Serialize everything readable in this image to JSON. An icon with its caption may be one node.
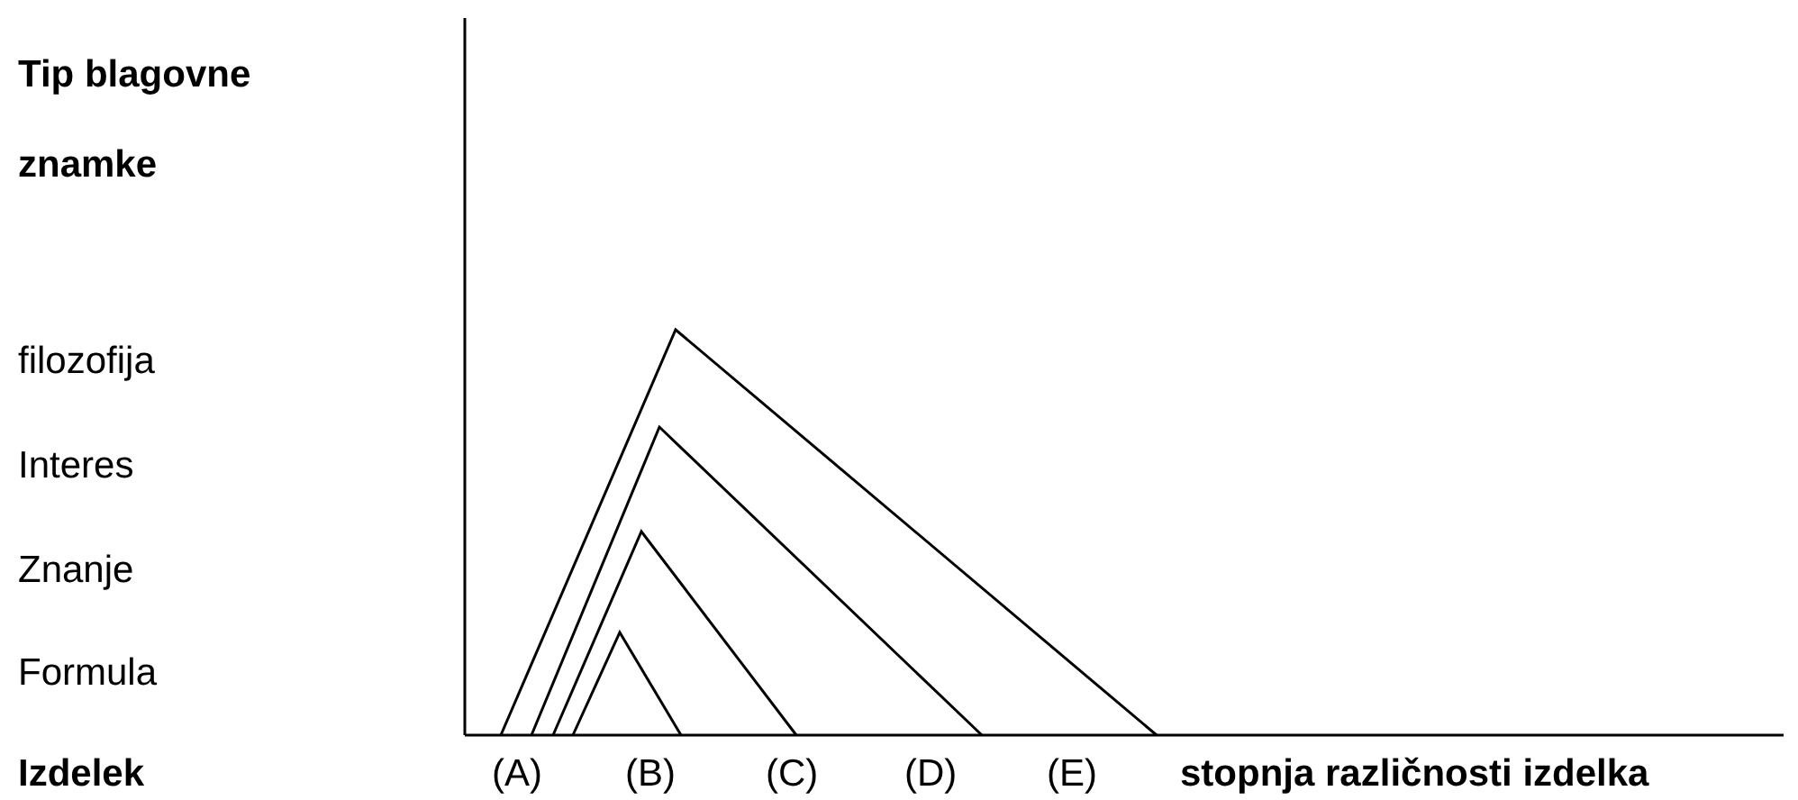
{
  "diagram": {
    "labels": [
      "Tip blagovne znamke",
      "filozofija",
      "Interes",
      "Znanje",
      "Formula",
      "Izdelek",
      "(A)",
      "(B)",
      "(C)",
      "(D)",
      "(E)",
      "stopnja različnosti izdelka"
    ]
  }
}
